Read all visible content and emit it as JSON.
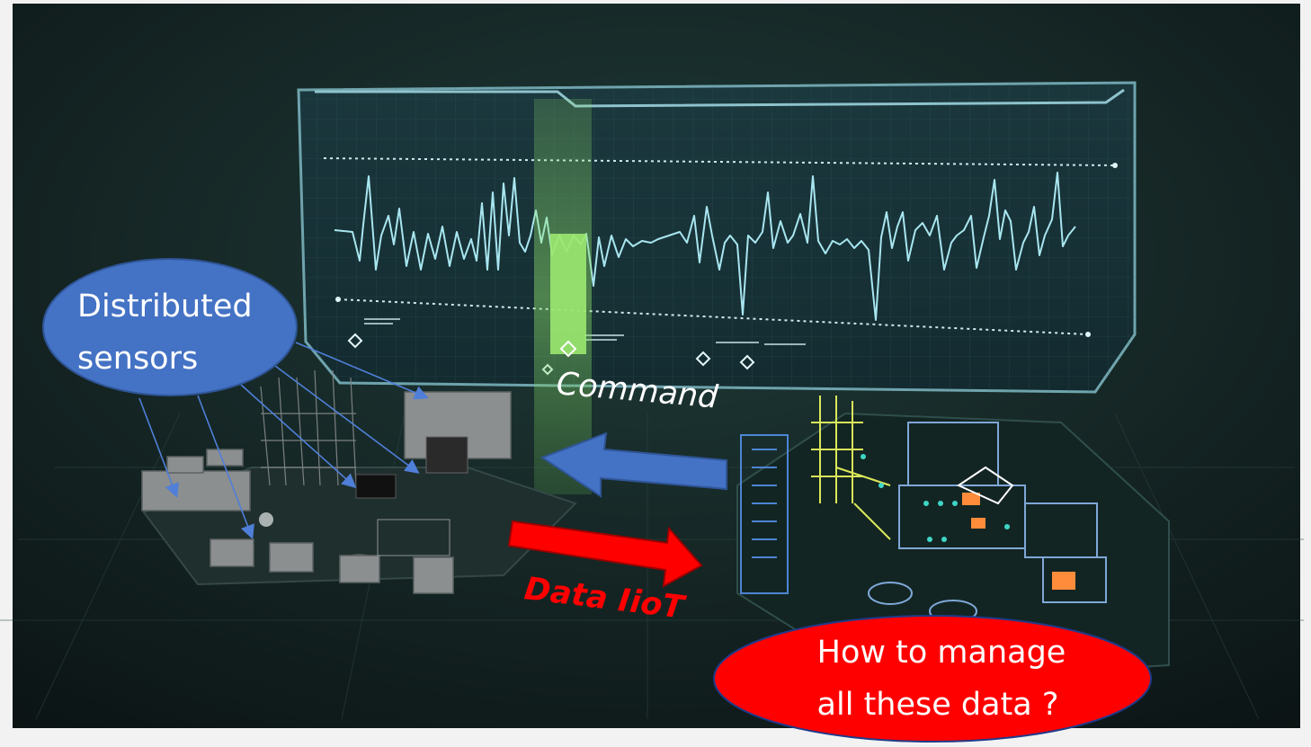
{
  "labels": {
    "sensors_line1": "Distributed",
    "sensors_line2": "sensors",
    "command": "Command",
    "data": "Data IioT",
    "question_line1": "How to manage",
    "question_line2": "all these data ?"
  },
  "colors": {
    "sensors_bubble": "#4472c4",
    "question_bubble": "#ff0000",
    "command_arrow": "#4472c4",
    "data_arrow": "#ff0000",
    "data_label": "#ff0000",
    "command_label": "#ffffff",
    "screen_waveform": "#a8e6f0",
    "highlight_beam": "#8ee06a"
  }
}
